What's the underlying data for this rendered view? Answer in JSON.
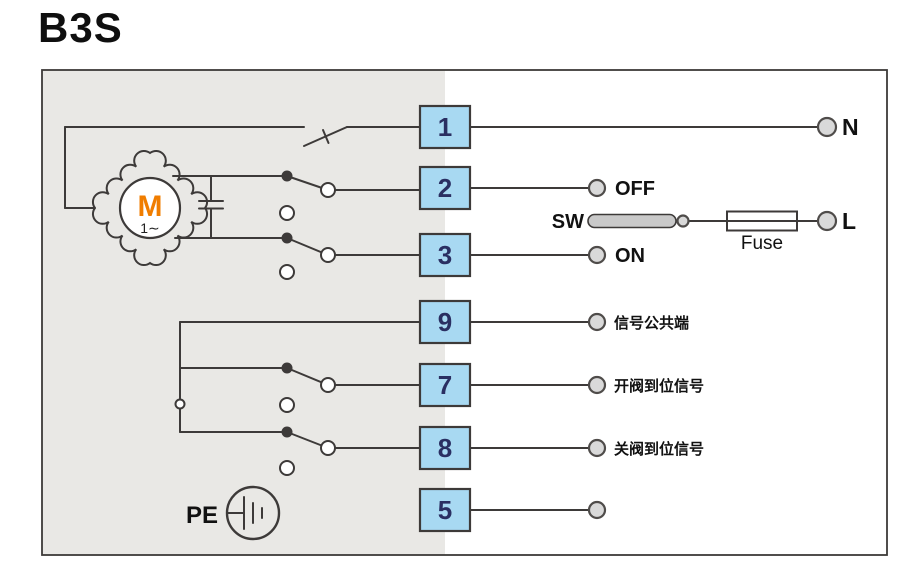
{
  "title": "B3S",
  "terminal_strip": [
    {
      "id": "1"
    },
    {
      "id": "2"
    },
    {
      "id": "3"
    },
    {
      "id": "9"
    },
    {
      "id": "7"
    },
    {
      "id": "8"
    },
    {
      "id": "5"
    }
  ],
  "labels": {
    "neutral": "N",
    "off": "OFF",
    "on": "ON",
    "line": "L",
    "switch": "SW",
    "fuse": "Fuse",
    "signal_common": "信号公共端",
    "open_signal": "开阀到位信号",
    "close_signal": "关阀到位信号",
    "earth": "PE",
    "motor": "M",
    "motor_phase": "1∼"
  },
  "colors": {
    "terminal_fill": "#a8d9f2",
    "terminal_number": "#2a2f62",
    "motor_letter": "#f07d00",
    "wire": "#3d3a39",
    "panel_gray": "#e9e8e5",
    "contact_fill": "#ffffff",
    "node_fill": "#d9d9d9"
  }
}
